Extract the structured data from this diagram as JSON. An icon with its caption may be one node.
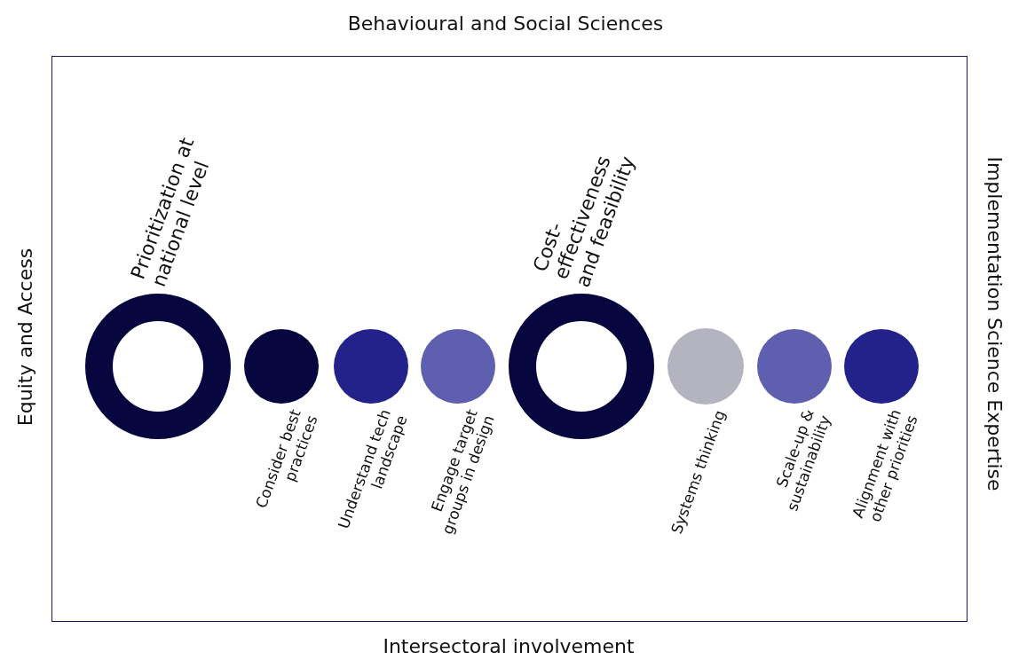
{
  "diagram": {
    "nodes": [
      {
        "text": [],
        "shape": "ring",
        "beside": [
          "Prioritization at national level"
        ]
      },
      {
        "text": [],
        "shape": "circle",
        "beside": [
          "Consider best practices"
        ]
      },
      {
        "text": [],
        "shape": "circle",
        "beside": [
          "Understand tech landscape"
        ]
      },
      {
        "text": [],
        "shape": "circle",
        "beside": [
          "Engage target groups in design"
        ]
      },
      {
        "text": [],
        "shape": "ring",
        "beside": [
          "Cost-effectiveness and feasibility"
        ]
      },
      {
        "text": [],
        "shape": "circle",
        "beside": [
          "Systems thinking"
        ]
      },
      {
        "text": [],
        "shape": "circle",
        "beside": [
          "Scale-up & sustainability"
        ]
      },
      {
        "text": [],
        "shape": "circle",
        "beside": [
          "Alignment with other priorities"
        ]
      }
    ],
    "edges": [],
    "labels": [
      "Behavioural and Social Sciences",
      "Equity and Access",
      "Implementation Science Expertise",
      "Intersectoral involvement"
    ]
  }
}
